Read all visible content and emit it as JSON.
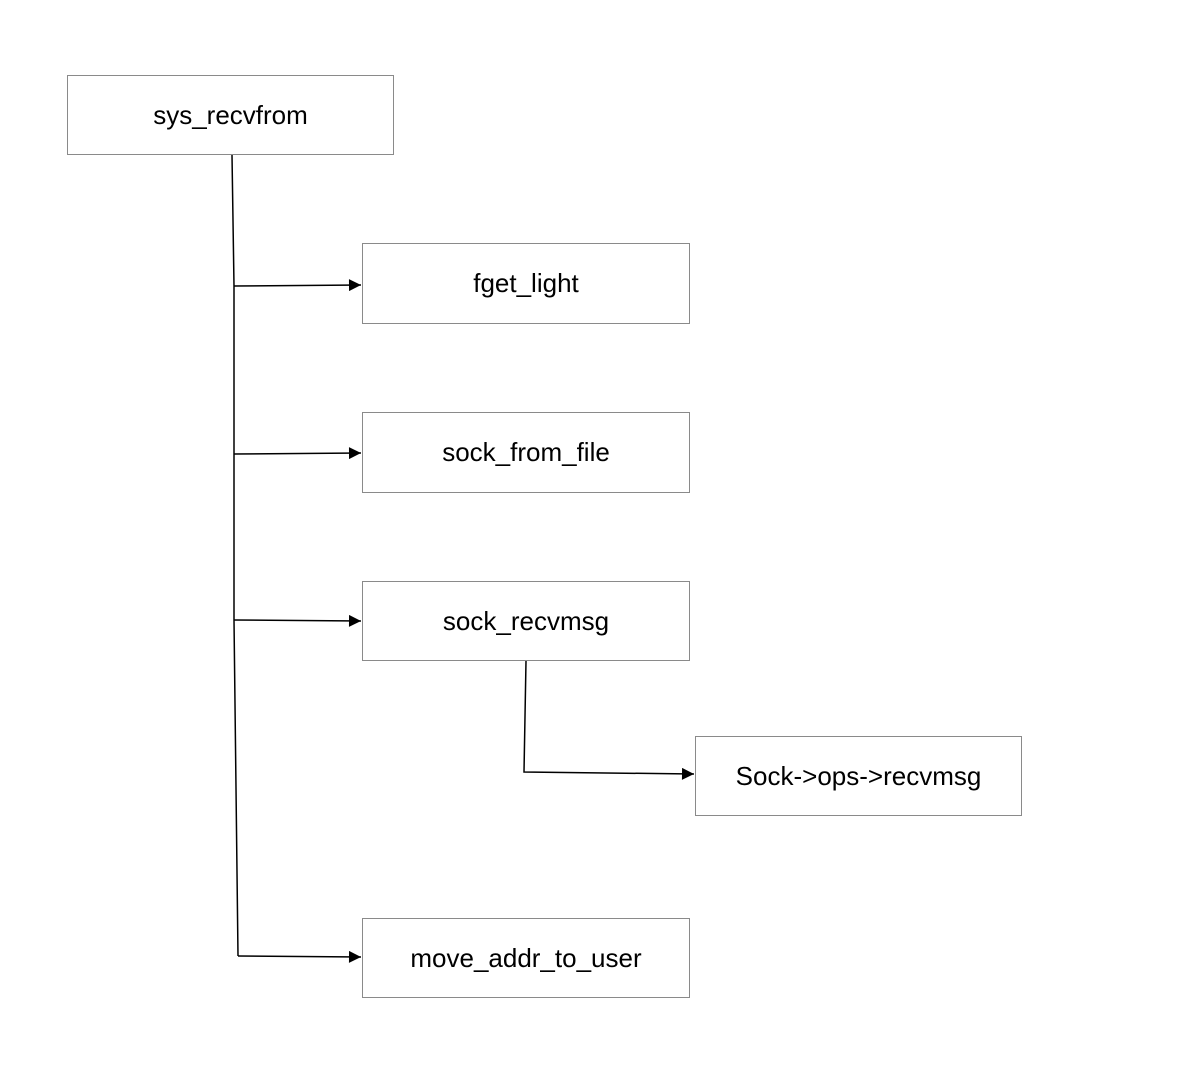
{
  "diagram": {
    "nodes": [
      {
        "id": "sys_recvfrom",
        "label": "sys_recvfrom"
      },
      {
        "id": "fget_light",
        "label": "fget_light"
      },
      {
        "id": "sock_from_file",
        "label": "sock_from_file"
      },
      {
        "id": "sock_recvmsg",
        "label": "sock_recvmsg"
      },
      {
        "id": "sock_ops_recvmsg",
        "label": "Sock->ops->recvmsg"
      },
      {
        "id": "move_addr_to_user",
        "label": "move_addr_to_user"
      }
    ],
    "edges": [
      {
        "from": "sys_recvfrom",
        "to": "fget_light"
      },
      {
        "from": "sys_recvfrom",
        "to": "sock_from_file"
      },
      {
        "from": "sys_recvfrom",
        "to": "sock_recvmsg"
      },
      {
        "from": "sys_recvfrom",
        "to": "move_addr_to_user"
      },
      {
        "from": "sock_recvmsg",
        "to": "sock_ops_recvmsg"
      }
    ],
    "colors": {
      "node_border": "#8a8a8a",
      "node_fill": "#ffffff",
      "edge": "#000000",
      "text": "#000000"
    }
  }
}
